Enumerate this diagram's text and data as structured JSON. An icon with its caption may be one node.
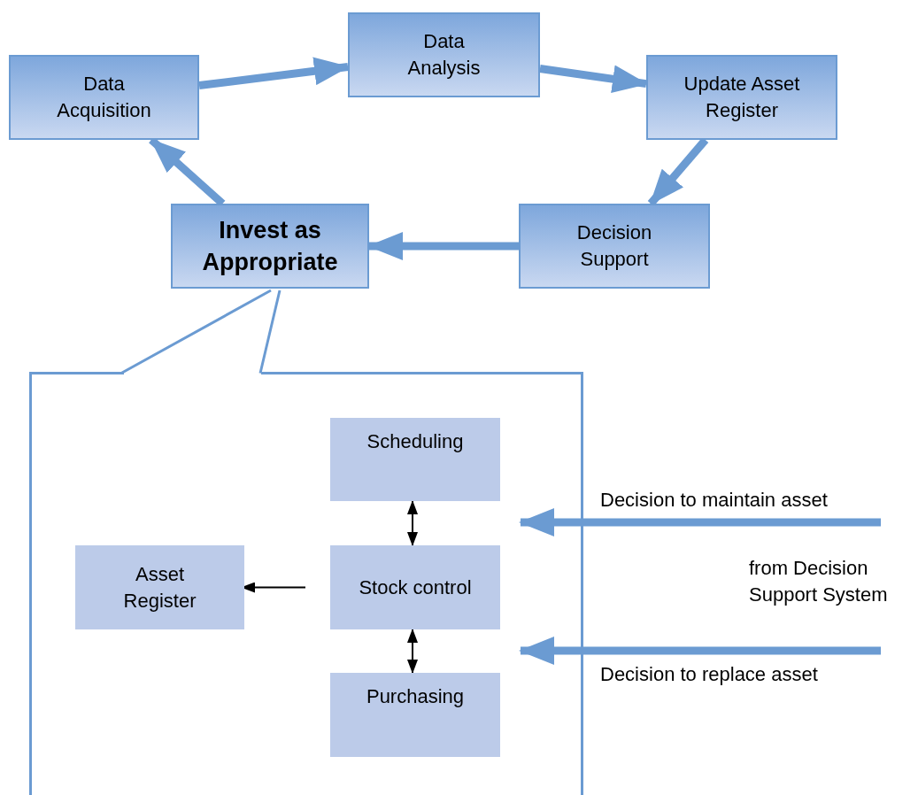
{
  "diagram": {
    "nodes": [
      {
        "text": [
          "Data Acquisition"
        ]
      },
      {
        "text": [
          "Data Analysis"
        ]
      },
      {
        "text": [
          "Update Asset Register"
        ]
      },
      {
        "text": [
          "Invest as Appropriate"
        ]
      },
      {
        "text": [
          "Decision Support"
        ]
      },
      {
        "text": [],
        "shape": "box"
      },
      {
        "text": [
          "Scheduling"
        ],
        "in": 5
      },
      {
        "text": [
          "Asset Register"
        ],
        "in": 5
      },
      {
        "text": [
          "Stock control"
        ],
        "in": 5
      },
      {
        "text": [
          "Purchasing"
        ],
        "in": 5
      }
    ],
    "edges": [
      {
        "from": 0,
        "to": 1,
        "arrow": "to"
      },
      {
        "from": 1,
        "to": 2,
        "arrow": "to"
      },
      {
        "from": 2,
        "to": 4,
        "arrow": "to"
      },
      {
        "from": 4,
        "to": 3,
        "arrow": "to"
      },
      {
        "from": 3,
        "to": 0,
        "arrow": "to"
      },
      {
        "from": 6,
        "to": 8,
        "arrow": "both",
        "color": "#000000"
      },
      {
        "from": 8,
        "to": 9,
        "arrow": "both",
        "color": "#000000"
      },
      {
        "from": 8,
        "to": 7,
        "arrow": "to",
        "color": "#000000"
      },
      {
        "from": null,
        "to": 5,
        "arrow": "to",
        "label": "Decision to maintain asset"
      },
      {
        "from": null,
        "to": 5,
        "arrow": "to",
        "label": "Decision to replace asset"
      }
    ],
    "labels": [
      "from Decision Support System"
    ]
  }
}
